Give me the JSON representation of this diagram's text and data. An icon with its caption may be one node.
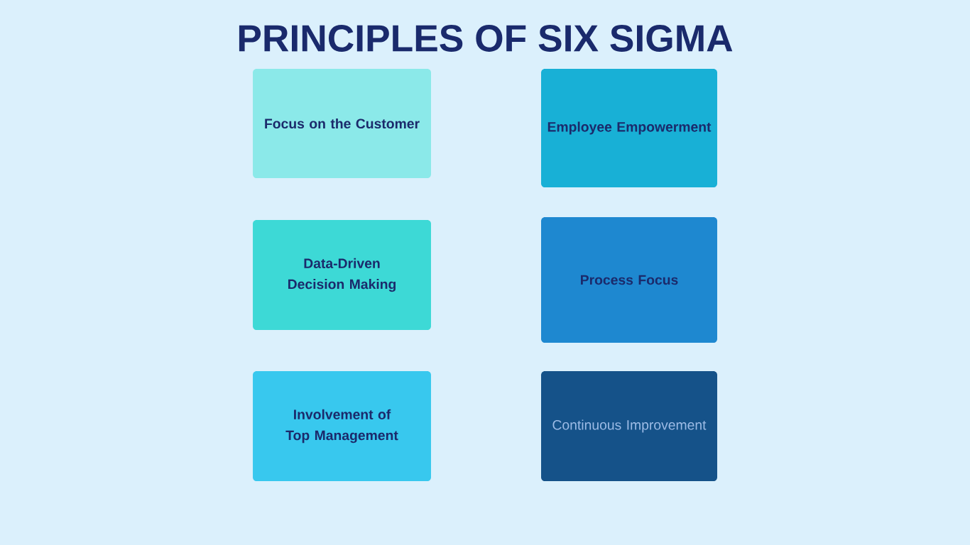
{
  "diagram": {
    "title": "PRINCIPLES OF SIX SIGMA",
    "nodes": [
      {
        "text": [
          "Focus on the Customer"
        ]
      },
      {
        "text": [
          "Employee Empowerment"
        ]
      },
      {
        "text": [
          "Data-Driven Decision Making"
        ]
      },
      {
        "text": [
          "Process Focus"
        ]
      },
      {
        "text": [
          "Involvement of Top Management"
        ]
      },
      {
        "text": [
          "Continuous Improvement"
        ]
      }
    ]
  }
}
